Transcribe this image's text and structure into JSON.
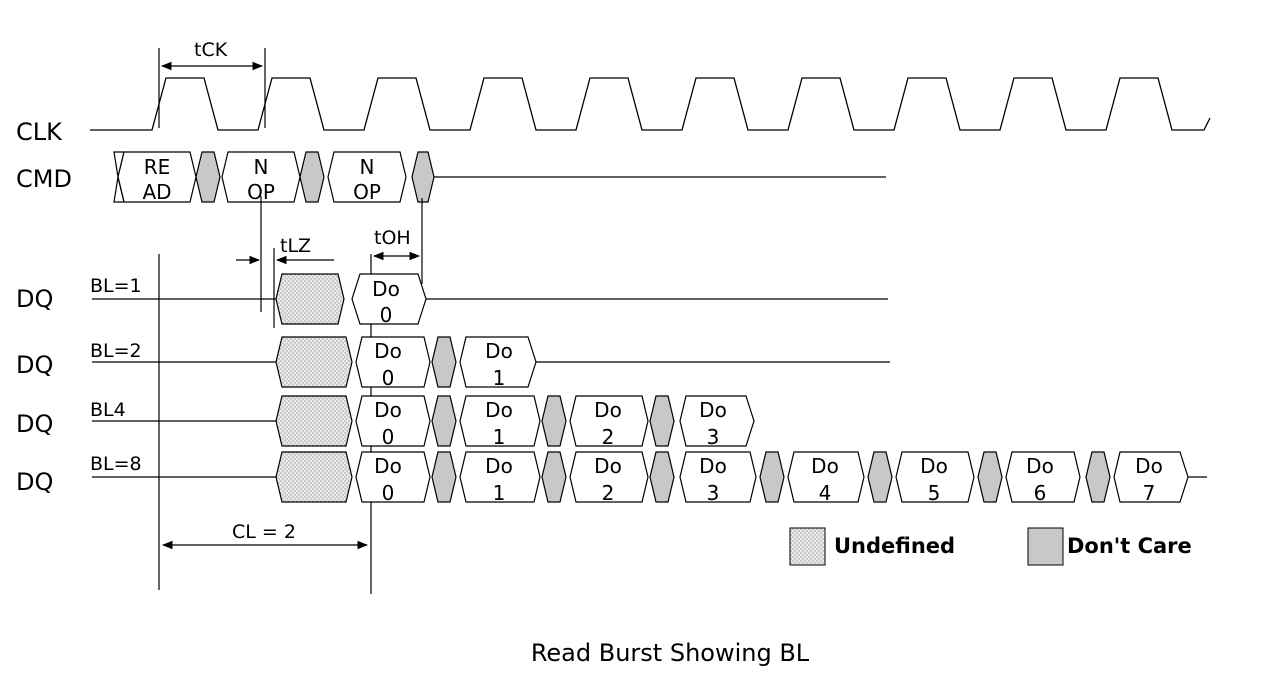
{
  "signals": {
    "clk": "CLK",
    "cmd": "CMD",
    "dq": "DQ"
  },
  "timing": {
    "tck": "tCK",
    "tlz": "tLZ",
    "toh": "tOH",
    "cl": "CL = 2"
  },
  "cmd_cells": [
    {
      "line1": "RE",
      "line2": "AD"
    },
    {
      "line1": "N",
      "line2": "OP"
    },
    {
      "line1": "N",
      "line2": "OP"
    }
  ],
  "dq_rows": [
    {
      "burst_label": "BL=1",
      "cells": [
        {
          "line1": "Do",
          "line2": "0"
        }
      ]
    },
    {
      "burst_label": "BL=2",
      "cells": [
        {
          "line1": "Do",
          "line2": "0"
        },
        {
          "line1": "Do",
          "line2": "1"
        }
      ]
    },
    {
      "burst_label": "BL4",
      "cells": [
        {
          "line1": "Do",
          "line2": "0"
        },
        {
          "line1": "Do",
          "line2": "1"
        },
        {
          "line1": "Do",
          "line2": "2"
        },
        {
          "line1": "Do",
          "line2": "3"
        }
      ]
    },
    {
      "burst_label": "BL=8",
      "cells": [
        {
          "line1": "Do",
          "line2": "0"
        },
        {
          "line1": "Do",
          "line2": "1"
        },
        {
          "line1": "Do",
          "line2": "2"
        },
        {
          "line1": "Do",
          "line2": "3"
        },
        {
          "line1": "Do",
          "line2": "4"
        },
        {
          "line1": "Do",
          "line2": "5"
        },
        {
          "line1": "Do",
          "line2": "6"
        },
        {
          "line1": "Do",
          "line2": "7"
        }
      ]
    }
  ],
  "legend": {
    "undefined": "Undefined",
    "dont_care": "Don't Care"
  },
  "colors": {
    "undefined_fill": "#e4e4e4",
    "dont_care_fill": "#c8c8c8",
    "line": "#000000"
  },
  "caption": "Read Burst Showing BL"
}
